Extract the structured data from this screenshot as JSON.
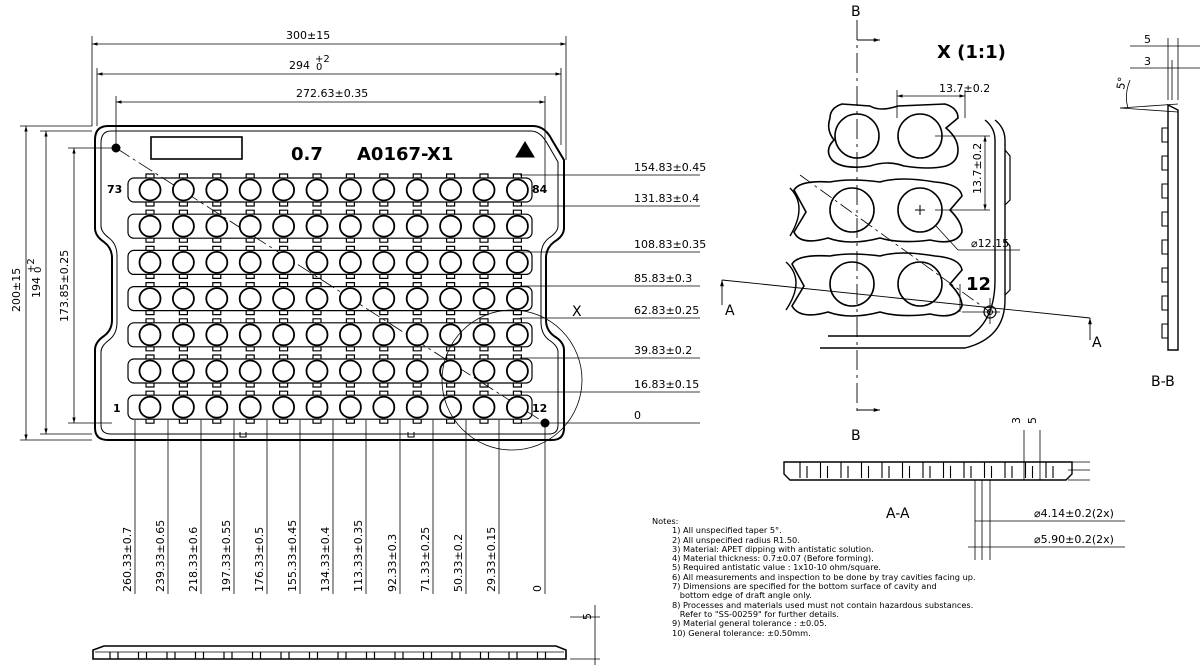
{
  "title_code": "A0167-X1",
  "thickness_mark": "0.7",
  "corner_labels": {
    "top_left_row": "73",
    "top_right_row": "84",
    "bottom_left_row": "1",
    "bottom_right_row": "12"
  },
  "overall_dims": {
    "width_outer": "300±15",
    "width_mid": "294",
    "width_mid_tol_upper": "+2",
    "width_mid_tol_lower": "0",
    "width_pitch": "272.63±0.35",
    "height_outer": "200±15",
    "height_mid": "194",
    "height_mid_tol_upper": "+2",
    "height_mid_tol_lower": "0",
    "height_pitch": "173.85±0.25"
  },
  "row_dims": [
    "154.83±0.45",
    "131.83±0.4",
    "108.83±0.35",
    "85.83±0.3",
    "62.83±0.25",
    "39.83±0.2",
    "16.83±0.15",
    "0"
  ],
  "col_dims": [
    "260.33±0.7",
    "239.33±0.65",
    "218.33±0.6",
    "197.33±0.55",
    "176.33±0.5",
    "155.33±0.45",
    "134.33±0.4",
    "113.33±0.35",
    "92.33±0.3",
    "71.33±0.25",
    "50.33±0.2",
    "29.33±0.15",
    "0"
  ],
  "side_view_dim": "5",
  "detail": {
    "view_label": "X",
    "title": "X (1:1)",
    "pitch_h": "13.7±0.2",
    "pitch_v": "13.7±0.2",
    "diameter": "⌀12.15",
    "pocket_no": "12"
  },
  "section_marks": {
    "a": "A",
    "b": "B"
  },
  "section_bb": {
    "title": "B-B",
    "dim_5": "5",
    "dim_3": "3",
    "angle": "5°"
  },
  "section_aa": {
    "title": "A-A",
    "dim_3": "3",
    "dim_5": "5",
    "hole_small": "⌀4.14±0.2(2x)",
    "hole_large": "⌀5.90±0.2(2x)"
  },
  "notes": {
    "heading": "Notes:",
    "items": [
      "1) All unspecified taper 5°.",
      "2) All unspecified radius R1.50.",
      "3) Material: APET dipping with antistatic solution.",
      "4) Material thickness: 0.7±0.07 (Before forming).",
      "5) Required antistatic value : 1x10-10 ohm/square.",
      "6) All measurements and inspection to be done by tray cavities facing up.",
      "7) Dimensions are specified for the bottom surface of cavity and",
      "   bottom edge of draft angle only.",
      "8) Processes and materials used must not contain hazardous substances.",
      "   Refer to \"SS-00259\" for further details.",
      "9) Material general tolerance : ±0.05.",
      "10) General tolerance: ±0.50mm."
    ]
  }
}
